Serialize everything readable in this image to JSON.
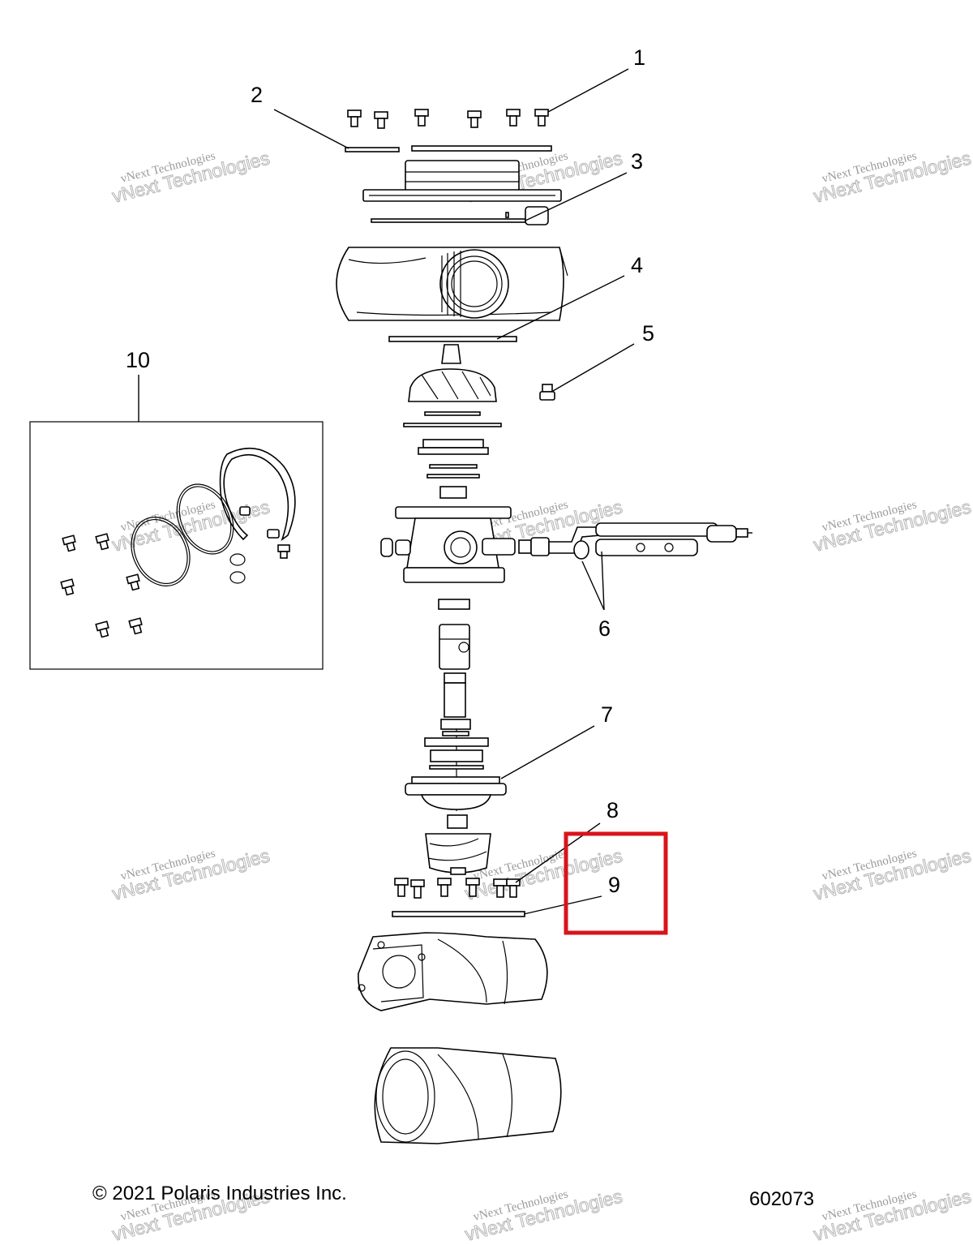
{
  "callouts": [
    {
      "id": "1",
      "label": "1"
    },
    {
      "id": "2",
      "label": "2"
    },
    {
      "id": "3",
      "label": "3"
    },
    {
      "id": "4",
      "label": "4"
    },
    {
      "id": "5",
      "label": "5"
    },
    {
      "id": "6",
      "label": "6"
    },
    {
      "id": "7",
      "label": "7"
    },
    {
      "id": "8",
      "label": "8"
    },
    {
      "id": "9",
      "label": "9"
    },
    {
      "id": "10",
      "label": "10"
    }
  ],
  "watermark": {
    "line1": "vNext Technologies",
    "line2": "vNext Technologies"
  },
  "footer": {
    "copyright": "© 2021 Polaris Industries Inc.",
    "figure_number": "602073"
  },
  "highlight": {
    "target_callout": "9",
    "color": "#d9141b"
  }
}
